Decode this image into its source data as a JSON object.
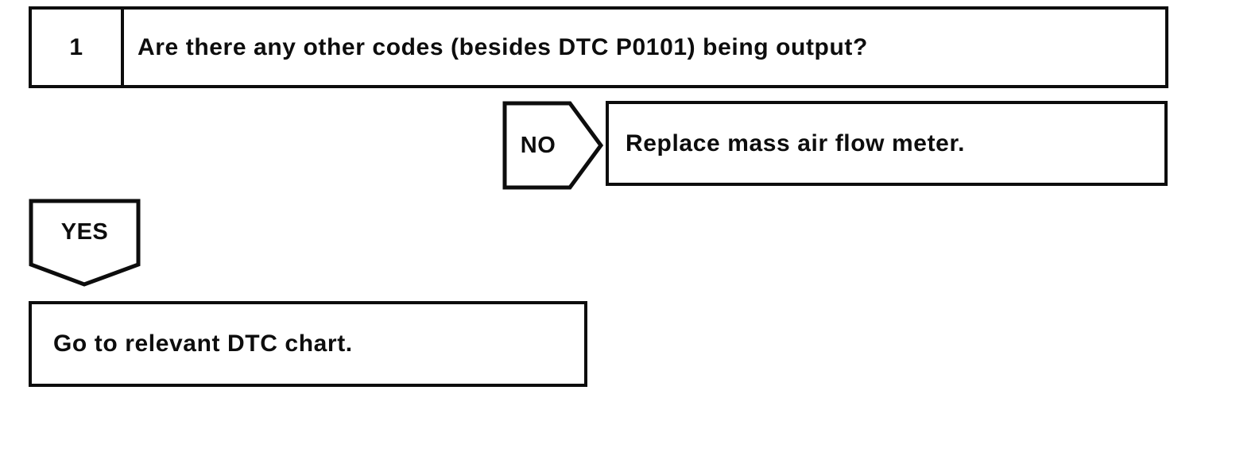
{
  "meta": {
    "ink_color": "#0d0d0d",
    "background_color": "#ffffff",
    "type": "diagnostic-flowchart"
  },
  "flowchart": {
    "step_number": "1",
    "question": "Are there any other codes (besides DTC P0101) being output?",
    "no_branch": {
      "label": "NO",
      "action": "Replace mass air flow meter."
    },
    "yes_branch": {
      "label": "YES",
      "action": "Go to relevant DTC chart."
    }
  }
}
